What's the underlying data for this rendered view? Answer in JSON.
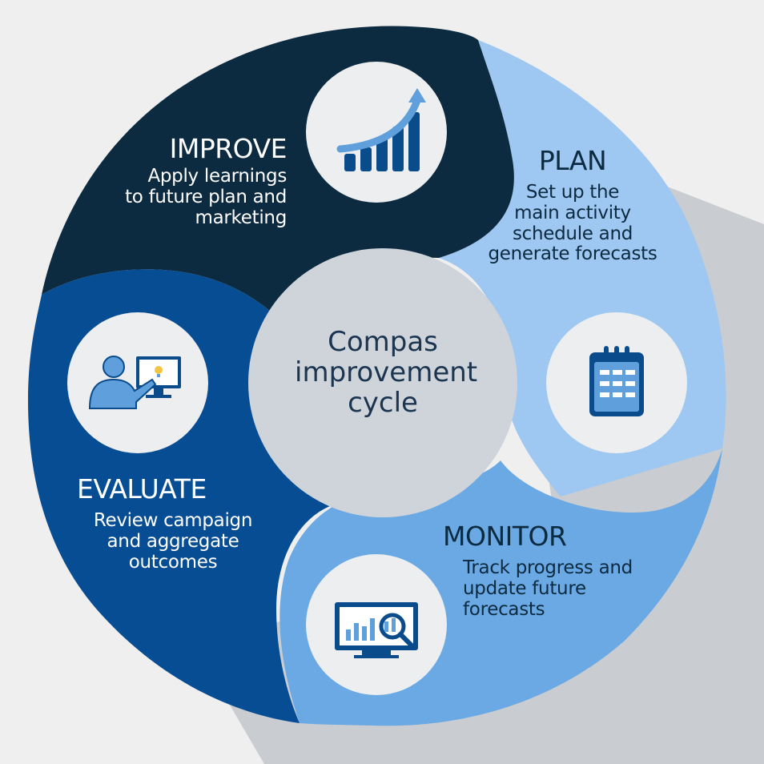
{
  "center": {
    "title": "Compas\nimprovement\ncycle"
  },
  "colors": {
    "background": "#efefef",
    "shadow": "#c9ccd0",
    "center": "#cfd4da",
    "improve": "#0c2a40",
    "plan": "#9ec7f1",
    "monitor": "#6aa9e4",
    "evaluate": "#064d94",
    "icon_circle": "#eceef0",
    "icon_dark": "#0a4b8c",
    "icon_light": "#5f9fdc"
  },
  "stages": {
    "improve": {
      "title": "IMPROVE",
      "desc": "Apply learnings\nto future plan and\nmarketing",
      "icon": "growth-chart-icon"
    },
    "plan": {
      "title": "PLAN",
      "desc": "Set up the\nmain activity\nschedule and\ngenerate forecasts",
      "icon": "calendar-icon"
    },
    "monitor": {
      "title": "MONITOR",
      "desc": "Track progress and\nupdate future\nforecasts",
      "icon": "monitor-magnifier-icon"
    },
    "evaluate": {
      "title": "EVALUATE",
      "desc": "Review campaign\nand aggregate\noutcomes",
      "icon": "presenter-icon"
    }
  }
}
